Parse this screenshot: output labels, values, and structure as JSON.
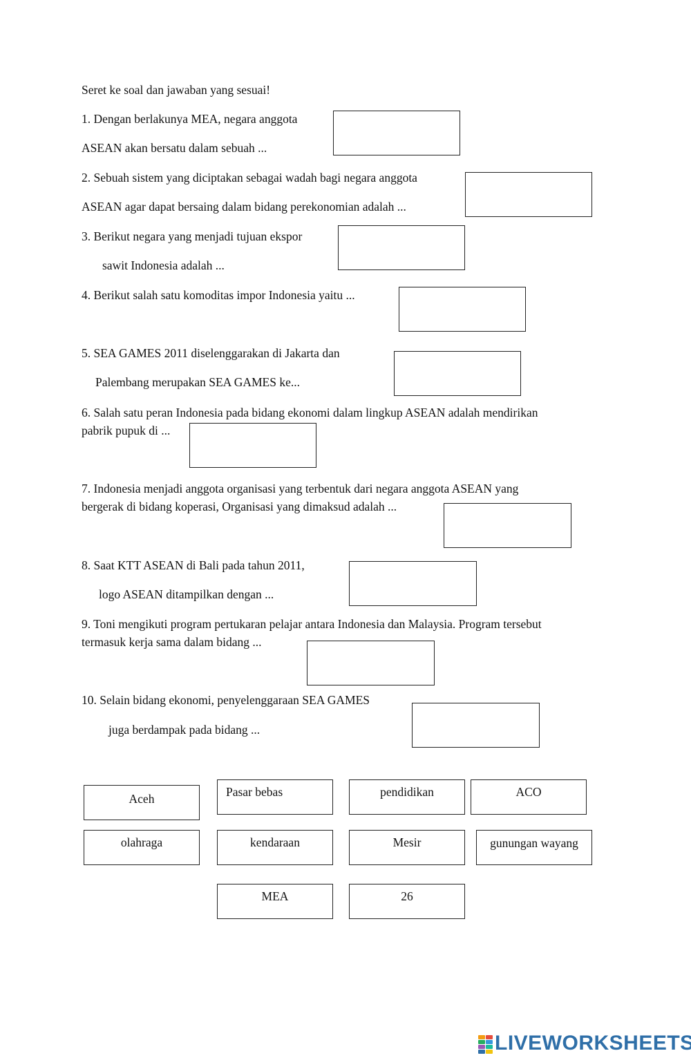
{
  "instruction": "Seret ke soal dan jawaban yang sesuai!",
  "questions": [
    {
      "line1": "1. Dengan berlakunya MEA, negara anggota",
      "line2": "ASEAN akan bersatu dalam sebuah ..."
    },
    {
      "line1": "2. Sebuah sistem yang diciptakan sebagai wadah bagi negara anggota",
      "line2": "ASEAN agar dapat bersaing dalam bidang perekonomian adalah ..."
    },
    {
      "line1": "3. Berikut negara yang menjadi tujuan ekspor",
      "line2": "sawit Indonesia adalah ..."
    },
    {
      "line1": "4. Berikut salah satu komoditas impor Indonesia yaitu ...",
      "line2": ""
    },
    {
      "line1": "5. SEA GAMES 2011 diselenggarakan di Jakarta dan",
      "line2": "Palembang merupakan SEA GAMES ke..."
    },
    {
      "line1": "6. Salah satu peran Indonesia pada bidang ekonomi dalam lingkup ASEAN adalah mendirikan",
      "line2": "pabrik pupuk di ..."
    },
    {
      "line1": "7. Indonesia menjadi anggota organisasi yang terbentuk dari negara anggota ASEAN yang",
      "line2": "bergerak di bidang koperasi,  Organisasi yang dimaksud adalah ..."
    },
    {
      "line1": "8. Saat KTT ASEAN di Bali pada tahun 2011,",
      "line2": "logo ASEAN ditampilkan dengan ..."
    },
    {
      "line1": "9. Toni mengikuti program pertukaran pelajar antara Indonesia dan Malaysia. Program tersebut",
      "line2": "termasuk kerja sama dalam bidang ..."
    },
    {
      "line1": "10. Selain bidang ekonomi, penyelenggaraan SEA GAMES",
      "line2": "juga berdampak pada bidang ..."
    }
  ],
  "answers": [
    "Aceh",
    "Pasar bebas",
    "pendidikan",
    "ACO",
    "olahraga",
    "kendaraan",
    "Mesir",
    "gunungan wayang",
    "MEA",
    "26"
  ],
  "brand": {
    "name": "LIVEWORKSHEETS",
    "color": "#2f6fa8",
    "icon": "liveworksheets-logo-icon"
  }
}
